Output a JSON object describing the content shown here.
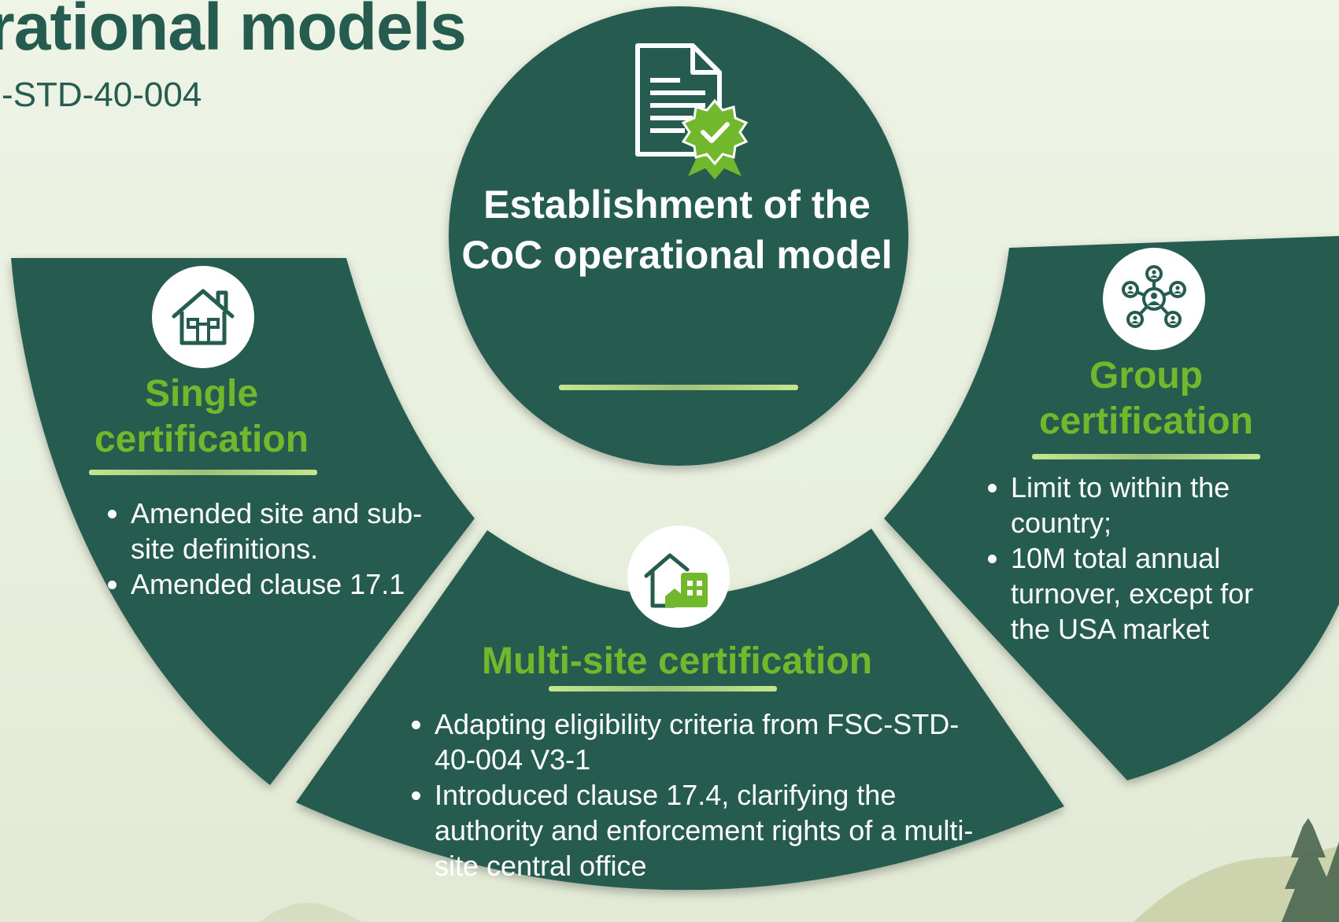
{
  "header": {
    "title": "rational models",
    "subtitle": "-STD-40-004"
  },
  "center": {
    "heading": "Establishment of the CoC operational model",
    "icon": "certified-document-icon"
  },
  "single": {
    "heading": "Single certification",
    "icon": "house-icon",
    "bullets": [
      "Amended site and sub-site definitions.",
      "Amended clause 17.1"
    ]
  },
  "multi": {
    "heading": "Multi-site certification",
    "icon": "multi-building-icon",
    "bullets": [
      "Adapting eligibility criteria from FSC-STD-40-004 V3-1",
      "Introduced clause 17.4, clarifying the authority and enforcement rights of a multi-site central office"
    ]
  },
  "group": {
    "heading": "Group certification",
    "icon": "network-people-icon",
    "bullets": [
      "Limit to within the country;",
      "10M total annual turnover, except for the USA market"
    ]
  },
  "colors": {
    "panel": "#265c4f",
    "accent": "#72b82c",
    "background": "#eef4e6"
  }
}
